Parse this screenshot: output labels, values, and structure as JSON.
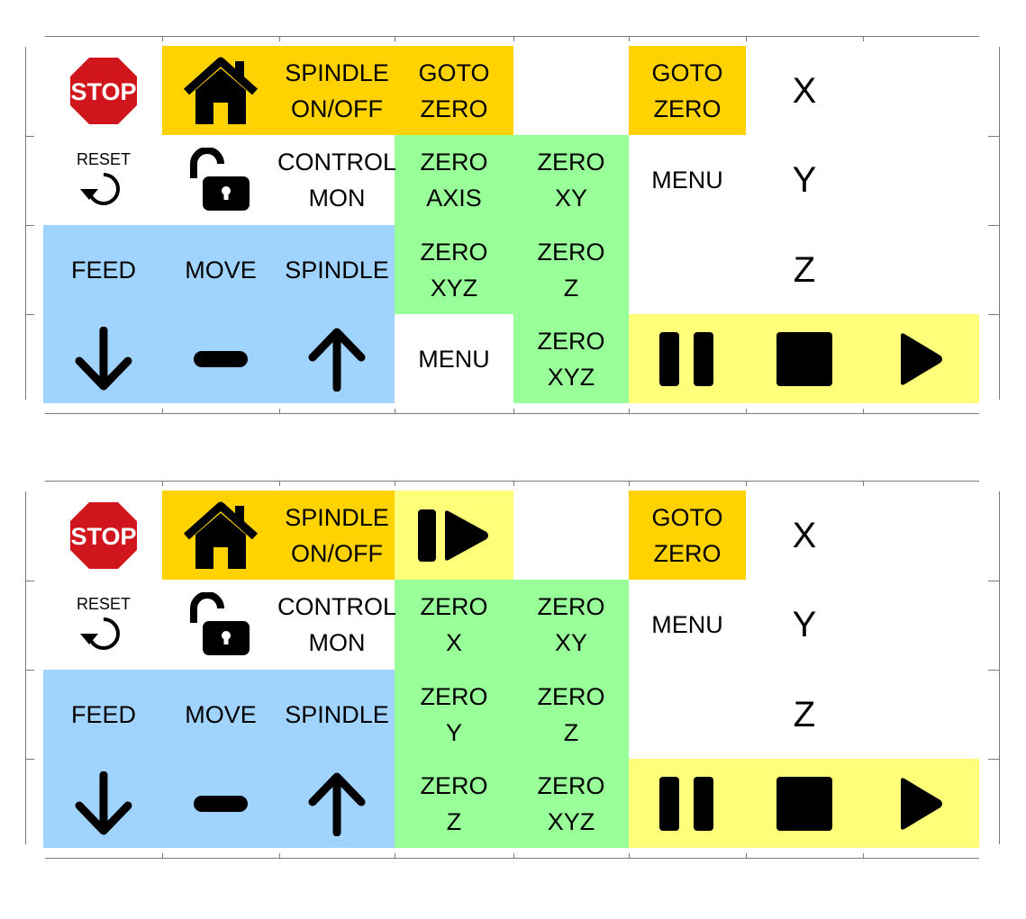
{
  "colors": {
    "orange": "#ffd200",
    "green": "#99ff99",
    "blue": "#a0d4ff",
    "yellow": "#ffff7a",
    "stop_red": "#d1151c"
  },
  "icons": {
    "stop_sign": "STOP",
    "reset_label": "RESET"
  },
  "panel1": {
    "spindle": [
      "SPINDLE",
      "ON/OFF"
    ],
    "goto_zero_a": [
      "GOTO",
      "ZERO"
    ],
    "goto_zero_b": [
      "GOTO",
      "ZERO"
    ],
    "axis_x": "X",
    "control_mon": [
      "CONTROL",
      "MON"
    ],
    "zero_axis": [
      "ZERO",
      "AXIS"
    ],
    "zero_xy": [
      "ZERO",
      "XY"
    ],
    "menu_top": "MENU",
    "axis_y": "Y",
    "feed": "FEED",
    "move": "MOVE",
    "spindle_label": "SPINDLE",
    "zero_xyz_a": [
      "ZERO",
      "XYZ"
    ],
    "zero_z": [
      "ZERO",
      "Z"
    ],
    "axis_z": "Z",
    "menu_bottom": "MENU",
    "zero_xyz_b": [
      "ZERO",
      "XYZ"
    ]
  },
  "panel2": {
    "spindle": [
      "SPINDLE",
      "ON/OFF"
    ],
    "goto_zero": [
      "GOTO",
      "ZERO"
    ],
    "axis_x": "X",
    "control_mon": [
      "CONTROL",
      "MON"
    ],
    "zero_x": [
      "ZERO",
      "X"
    ],
    "zero_xy": [
      "ZERO",
      "XY"
    ],
    "menu": "MENU",
    "axis_y": "Y",
    "feed": "FEED",
    "move": "MOVE",
    "spindle_label": "SPINDLE",
    "zero_y": [
      "ZERO",
      "Y"
    ],
    "zero_z_a": [
      "ZERO",
      "Z"
    ],
    "axis_z": "Z",
    "zero_z_b": [
      "ZERO",
      "Z"
    ],
    "zero_xyz": [
      "ZERO",
      "XYZ"
    ]
  }
}
